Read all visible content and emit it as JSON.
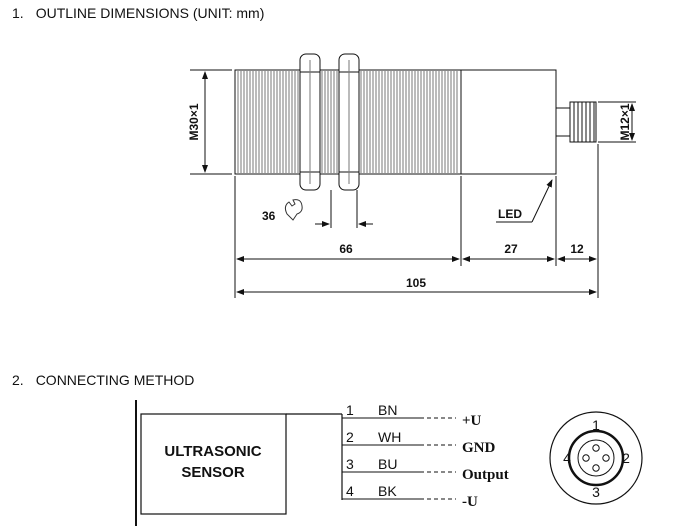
{
  "sections": {
    "outline": {
      "number": "1.",
      "title": "OUTLINE DIMENSIONS (UNIT: mm)"
    },
    "connecting": {
      "number": "2.",
      "title": "CONNECTING METHOD"
    }
  },
  "dimensions": {
    "thread_main": "M30×1",
    "thread_connector": "M12×1",
    "wrench": "36",
    "nut_span": "66",
    "led_section": "27",
    "connector_len": "12",
    "overall": "105",
    "led_label": "LED"
  },
  "wiring": {
    "sensor_label_line1": "ULTRASONIC",
    "sensor_label_line2": "SENSOR",
    "wires": [
      {
        "pin": "1",
        "color": "BN",
        "signal": "+U"
      },
      {
        "pin": "2",
        "color": "WH",
        "signal": "GND"
      },
      {
        "pin": "3",
        "color": "BU",
        "signal": "Output"
      },
      {
        "pin": "4",
        "color": "BK",
        "signal": "-U"
      }
    ]
  },
  "connector_pinout": {
    "pins": [
      "1",
      "2",
      "3",
      "4"
    ]
  }
}
